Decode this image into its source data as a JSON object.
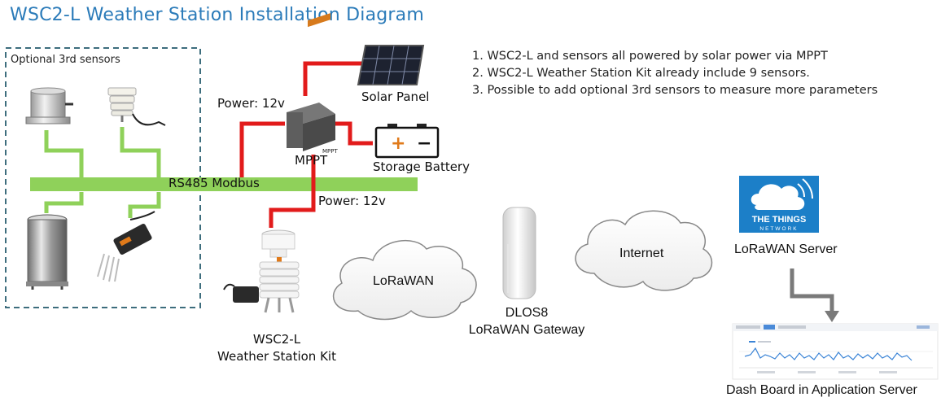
{
  "title": "WSC2-L Weather Station Installation Diagram",
  "notes": [
    "1. WSC2-L and sensors all powered by solar power via MPPT",
    "2. WSC2-L Weather Station Kit already include 9 sensors.",
    "3. Possible to add optional 3rd sensors to measure more parameters"
  ],
  "optional_box_label": "Optional 3rd sensors",
  "bus_label": "RS485 Modbus",
  "power_label_left": "Power: 12v",
  "power_label_lower": "Power: 12v",
  "solar_panel_label": "Solar Panel",
  "battery_label": "Storage Battery",
  "mppt_label": "MPPT",
  "mppt_device_text": "MPPT",
  "battery_symbols": {
    "plus": "+",
    "minus": "−"
  },
  "kit_label_line1": "WSC2-L",
  "kit_label_line2": "Weather Station Kit",
  "lorawan_cloud_label": "LoRaWAN",
  "internet_cloud_label": "Internet",
  "gateway_label_line1": "DLOS8",
  "gateway_label_line2": "LoRaWAN Gateway",
  "tts_logo_line1": "THE THINGS",
  "tts_logo_line2": "NETWORK",
  "lorawan_server_label": "LoRaWAN Server",
  "dashboard_label": "Dash Board in Application Server",
  "colors": {
    "title": "#2b7bb9",
    "bus": "#8fd15a",
    "power_wire": "#e21b1b",
    "dashed_box": "#3d6d7d",
    "tts_blue": "#1c7fc8",
    "arrow": "#7a7a7a"
  }
}
